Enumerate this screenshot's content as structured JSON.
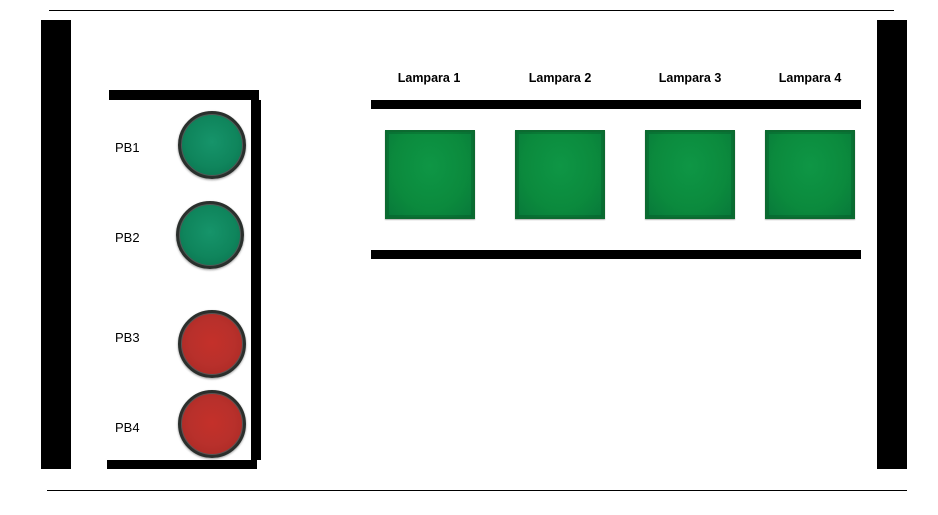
{
  "panel": {
    "pushbuttons": [
      {
        "label": "PB1",
        "color": "green",
        "fill": "#0f855c"
      },
      {
        "label": "PB2",
        "color": "green",
        "fill": "#0f855c"
      },
      {
        "label": "PB3",
        "color": "red",
        "fill": "#b8302b"
      },
      {
        "label": "PB4",
        "color": "red",
        "fill": "#b8302b"
      }
    ],
    "lamps": [
      {
        "label": "Lampara 1",
        "state": "on",
        "fill": "#0b8a3d"
      },
      {
        "label": "Lampara 2",
        "state": "on",
        "fill": "#0b8a3d"
      },
      {
        "label": "Lampara 3",
        "state": "on",
        "fill": "#0b8a3d"
      },
      {
        "label": "Lampara 4",
        "state": "on",
        "fill": "#0b8a3d"
      }
    ]
  }
}
